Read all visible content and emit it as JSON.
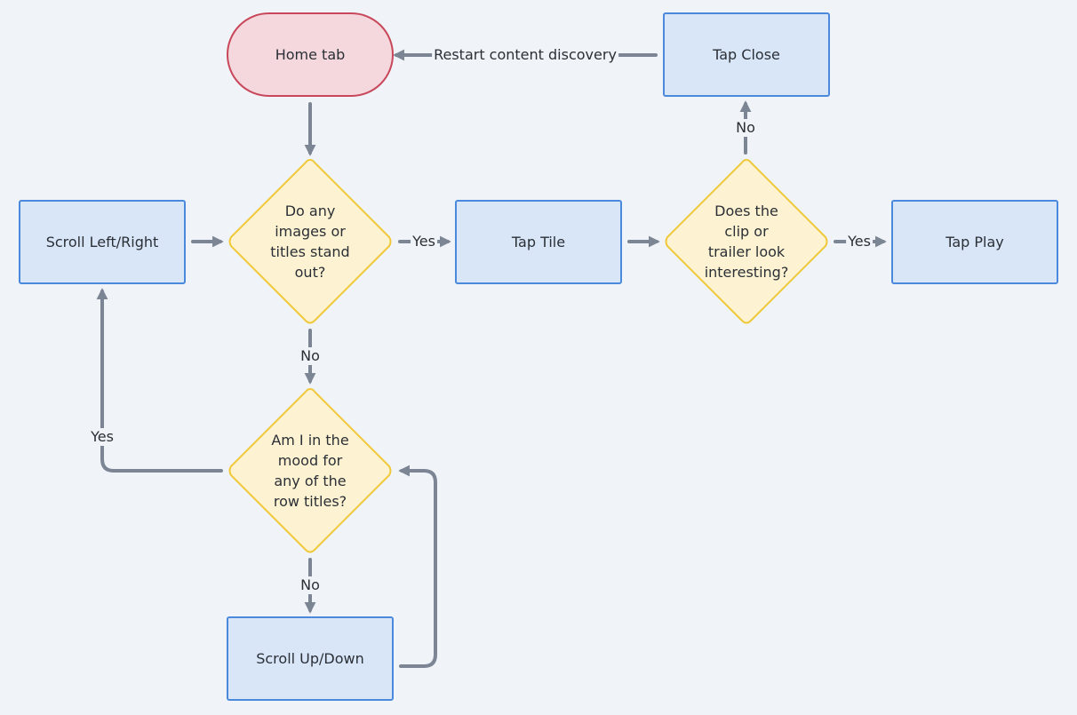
{
  "diagram": {
    "nodes": {
      "home_tab": "Home tab",
      "tap_close": "Tap Close",
      "scroll_left_right": "Scroll Left/Right",
      "decision_stand_out": "Do any images or titles stand out?",
      "tap_tile": "Tap Tile",
      "decision_clip": "Does the clip or trailer look interesting?",
      "tap_play": "Tap Play",
      "decision_mood": "Am I in the mood for any of the row titles?",
      "scroll_up_down": "Scroll Up/Down"
    },
    "edges": {
      "restart": "Restart content discovery",
      "yes_tile": "Yes",
      "yes_play": "Yes",
      "no_close": "No",
      "no_mood": "No",
      "yes_scroll_lr": "Yes",
      "no_scroll_ud": "No"
    },
    "colors": {
      "process_fill": "#d8e6f8",
      "process_border": "#4a89dc",
      "terminal_fill": "#f4d8dd",
      "terminal_border": "#c8475a",
      "decision_fill": "#fdf3d2",
      "decision_border": "#f0c93a",
      "edge": "#7b8594",
      "background": "#f0f3f7"
    }
  }
}
